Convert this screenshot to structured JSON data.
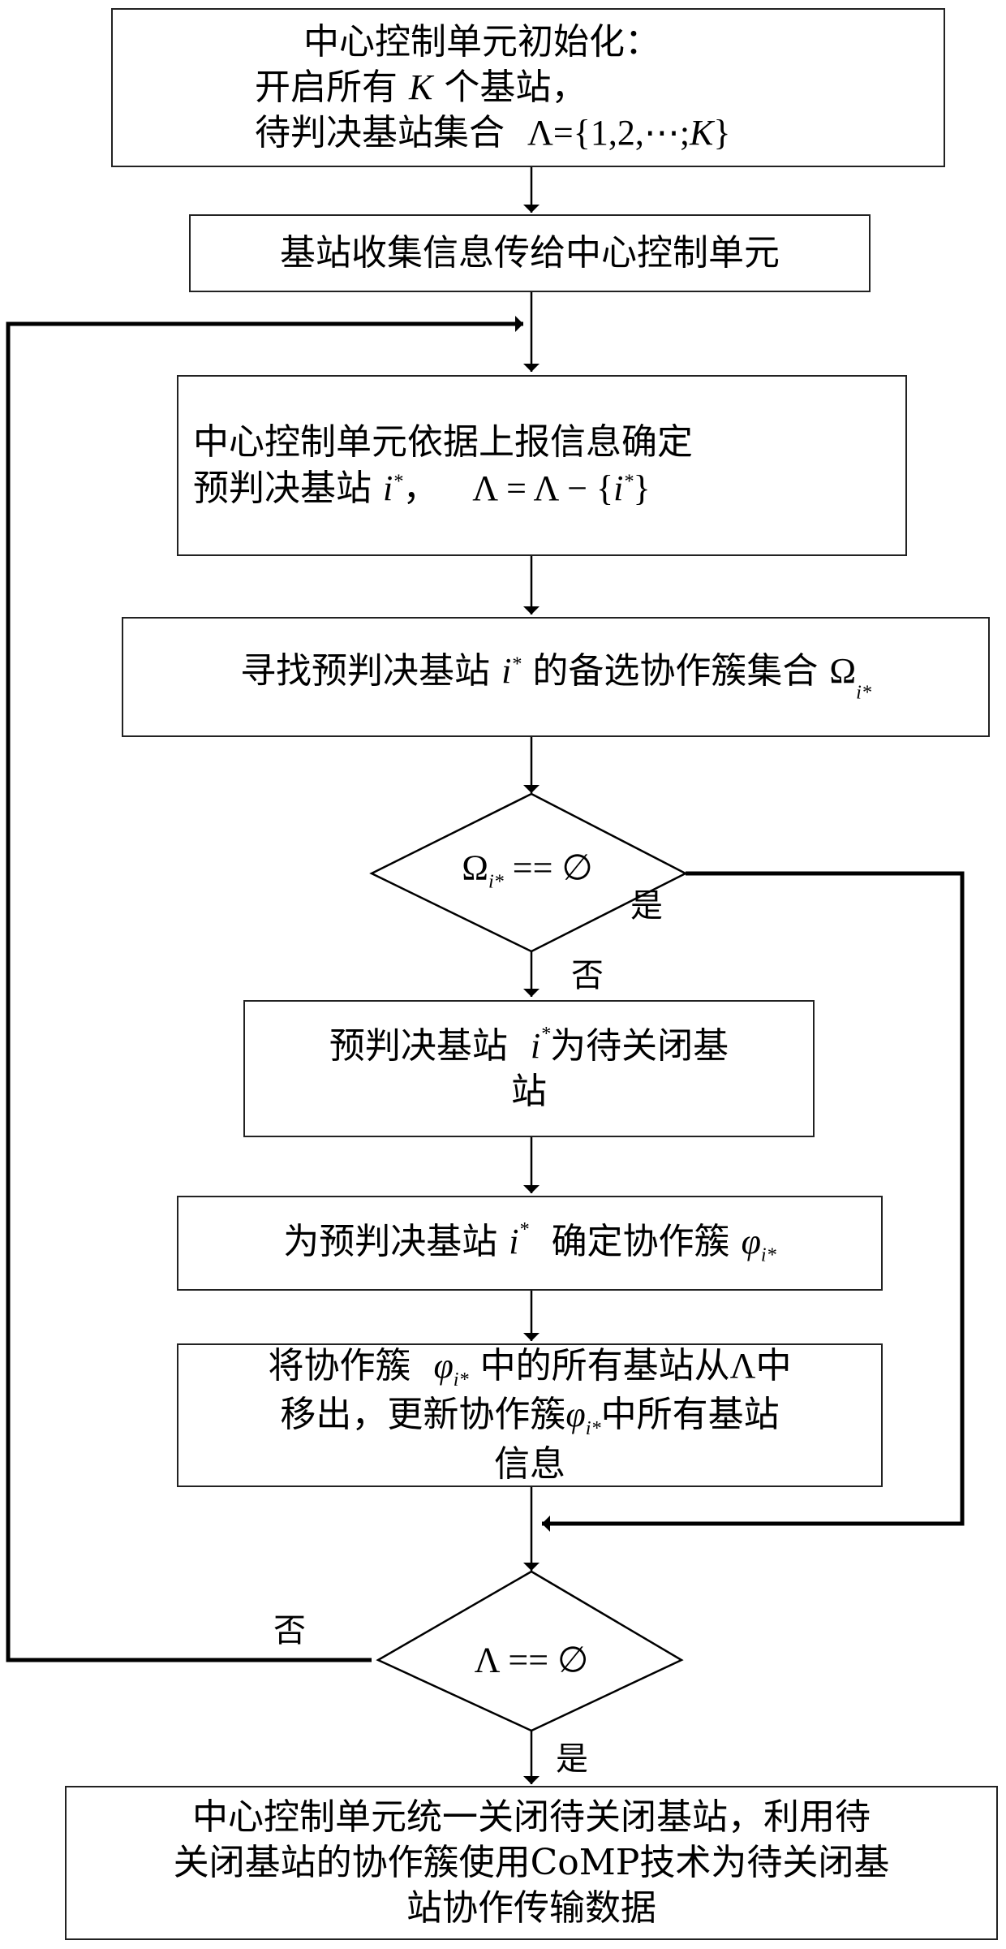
{
  "diagram": {
    "type": "flowchart",
    "nodes": [
      {
        "id": "init",
        "shape": "process",
        "lines": [
          "中心控制单元初始化：",
          "开启所有 K 个基站，",
          "待判决基站集合 Λ={1,2,⋯,K}"
        ],
        "parts": {
          "l1": "中心控制单元初始化：",
          "l2a": "开启所有",
          "l2var": "K",
          "l2b": "个基站，",
          "l3a": "待判决基站集合",
          "l3math": "Λ={1,2,⋯;",
          "l3var": "K",
          "l3close": "}"
        }
      },
      {
        "id": "collect",
        "shape": "process",
        "lines": [
          "基站收集信息传给中心控制单元"
        ]
      },
      {
        "id": "determine",
        "shape": "process",
        "lines": [
          "中心控制单元依据上报信息确定",
          "预判决基站 i*，  Λ = Λ − {i*}"
        ],
        "parts": {
          "l1": "中心控制单元依据上报信息确定",
          "l2a": "预判决基站",
          "var": "i",
          "star": "*",
          "comma": "，",
          "math_a": "Λ = Λ − {",
          "math_close": "}"
        }
      },
      {
        "id": "find",
        "shape": "process",
        "lines": [
          "寻找预判决基站 i* 的备选协作簇集合 Ω_i*"
        ],
        "parts": {
          "a": "寻找预判决基站",
          "var": "i",
          "star": "*",
          "b": "的备选协作簇集合",
          "omega": "Ω",
          "sub": "i*"
        }
      },
      {
        "id": "cond1",
        "shape": "decision",
        "text": "Ω_i* == ∅",
        "parts": {
          "omega": "Ω",
          "sub": "i*",
          "rest": " == ∅"
        }
      },
      {
        "id": "mark",
        "shape": "process",
        "lines": [
          "预判决基站 i*为待关闭基",
          "站"
        ],
        "parts": {
          "a": "预判决基站",
          "var": "i",
          "star": "*",
          "b": "为待关闭基",
          "l2": "站"
        }
      },
      {
        "id": "cluster",
        "shape": "process",
        "lines": [
          "为预判决基站 i* 确定协作簇 φ_i*"
        ],
        "parts": {
          "a": "为预判决基站",
          "var": "i",
          "star": "*",
          "b": "确定协作簇",
          "phi": "φ",
          "sub": "i*"
        }
      },
      {
        "id": "remove",
        "shape": "process",
        "lines": [
          "将协作簇 φ_i* 中的所有基站从 Λ 中",
          "移出，更新协作簇φ_i*中所有基站",
          "信息"
        ],
        "parts": {
          "l1a": "将协作簇",
          "phi": "φ",
          "sub": "i*",
          "l1b": "中的所有基站从",
          "lambda": "Λ",
          "l1c": "中",
          "l2a": "移出，更新协作簇",
          "l2b": "中所有基站",
          "l3": "信息"
        }
      },
      {
        "id": "cond2",
        "shape": "decision",
        "text": "Λ == ∅"
      },
      {
        "id": "final",
        "shape": "process",
        "lines": [
          "中心控制单元统一关闭待关闭基站，利用待",
          "关闭基站的协作簇使用CoMP技术为待关闭基",
          "站协作传输数据"
        ]
      }
    ],
    "edges": [
      {
        "from": "init",
        "to": "collect",
        "label": ""
      },
      {
        "from": "collect",
        "to": "determine",
        "label": ""
      },
      {
        "from": "determine",
        "to": "find",
        "label": ""
      },
      {
        "from": "find",
        "to": "cond1",
        "label": ""
      },
      {
        "from": "cond1",
        "to": "mark",
        "label": "否"
      },
      {
        "from": "cond1",
        "to": "cond2",
        "label": "是"
      },
      {
        "from": "mark",
        "to": "cluster",
        "label": ""
      },
      {
        "from": "cluster",
        "to": "remove",
        "label": ""
      },
      {
        "from": "remove",
        "to": "cond2",
        "label": ""
      },
      {
        "from": "cond2",
        "to": "determine",
        "label": "否"
      },
      {
        "from": "cond2",
        "to": "final",
        "label": "是"
      }
    ],
    "edge_labels": {
      "yes": "是",
      "no": "否"
    },
    "colors": {
      "stroke": "#000000",
      "box_border": "#222222",
      "background": "#ffffff"
    }
  }
}
